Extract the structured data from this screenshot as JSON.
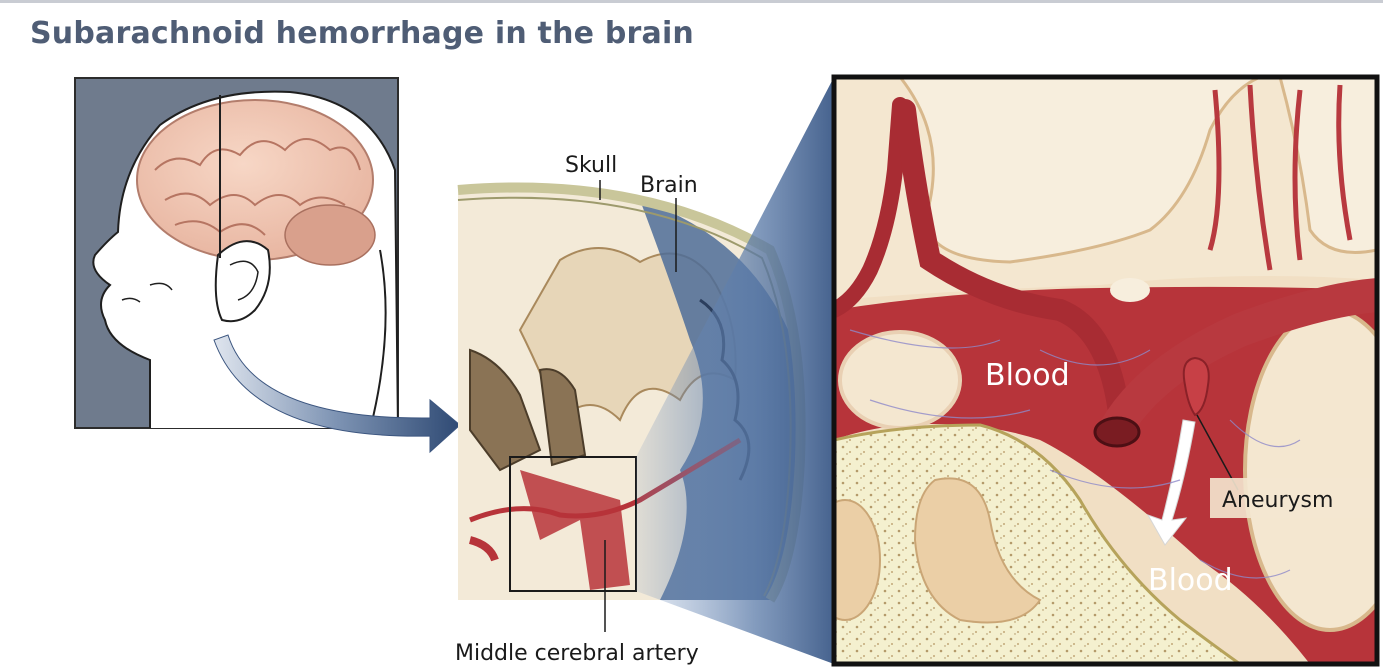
{
  "title": "Subarachnoid hemorrhage in the brain",
  "labels": {
    "skull": "Skull",
    "brain": "Brain",
    "middle_cerebral_artery": "Middle cerebral artery",
    "blood_upper": "Blood",
    "blood_lower": "Blood",
    "aneurysm": "Aneurysm"
  },
  "colors": {
    "title": "#4f5d75",
    "head_panel": "#6f7b8d",
    "blood": "#b7343a",
    "brain_tissue": "#f3ead8",
    "skull": "#e2e2b8",
    "zoom_wedge": "#5a7aa8"
  }
}
